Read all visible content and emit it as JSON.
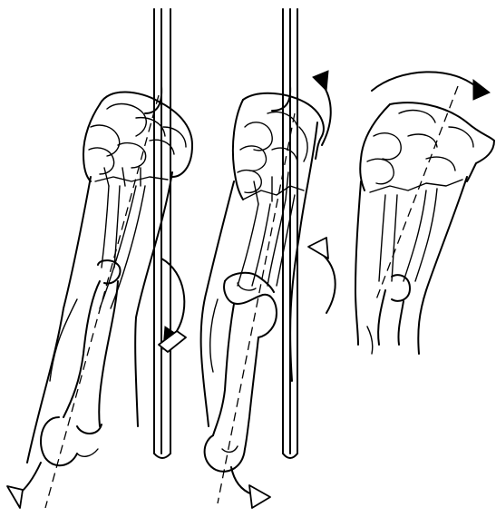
{
  "figure": {
    "panels": [
      {
        "id": "left-arm",
        "arrow": "downward-curved"
      },
      {
        "id": "middle-arm",
        "arrow": "upward-curved"
      },
      {
        "id": "right-wrist",
        "arrow": "clockwise-arc"
      }
    ]
  }
}
